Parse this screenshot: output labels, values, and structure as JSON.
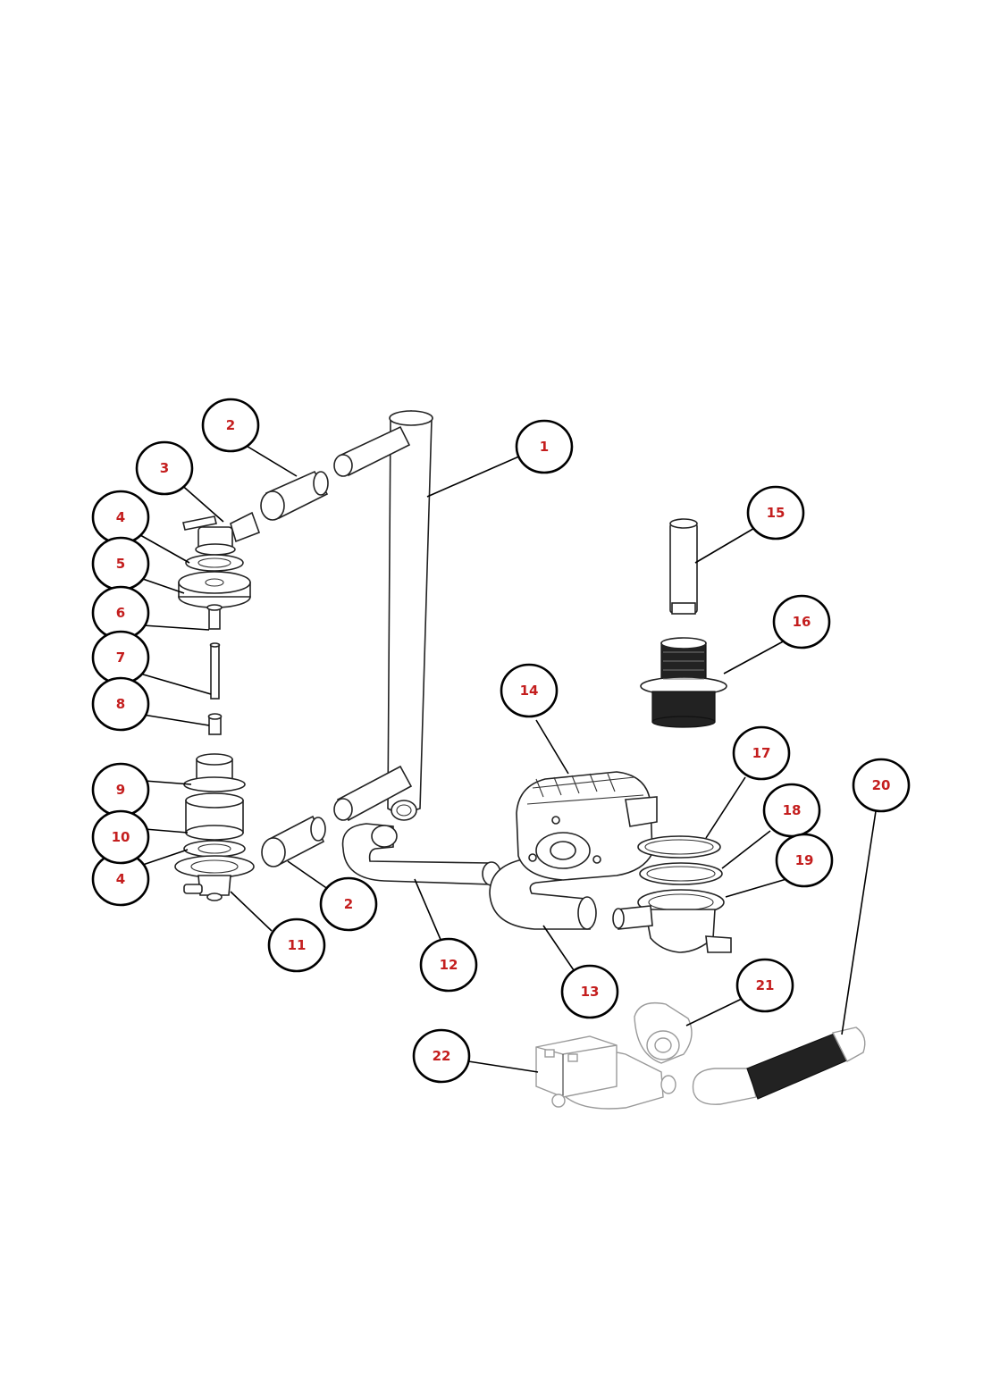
{
  "callouts": [
    {
      "id": "c1",
      "label": "1"
    },
    {
      "id": "c2a",
      "label": "2"
    },
    {
      "id": "c2b",
      "label": "2"
    },
    {
      "id": "c3",
      "label": "3"
    },
    {
      "id": "c4a",
      "label": "4"
    },
    {
      "id": "c4b",
      "label": "4"
    },
    {
      "id": "c5",
      "label": "5"
    },
    {
      "id": "c6",
      "label": "6"
    },
    {
      "id": "c7",
      "label": "7"
    },
    {
      "id": "c8",
      "label": "8"
    },
    {
      "id": "c9",
      "label": "9"
    },
    {
      "id": "c10",
      "label": "10"
    },
    {
      "id": "c11",
      "label": "11"
    },
    {
      "id": "c12",
      "label": "12"
    },
    {
      "id": "c13",
      "label": "13"
    },
    {
      "id": "c14",
      "label": "14"
    },
    {
      "id": "c15",
      "label": "15"
    },
    {
      "id": "c16",
      "label": "16"
    },
    {
      "id": "c17",
      "label": "17"
    },
    {
      "id": "c18",
      "label": "18"
    },
    {
      "id": "c19",
      "label": "19"
    },
    {
      "id": "c20",
      "label": "20"
    },
    {
      "id": "c21",
      "label": "21"
    },
    {
      "id": "c22",
      "label": "22"
    }
  ],
  "colors": {
    "callout_text": "#c41e1e",
    "outline": "#000000",
    "background": "#ffffff"
  }
}
